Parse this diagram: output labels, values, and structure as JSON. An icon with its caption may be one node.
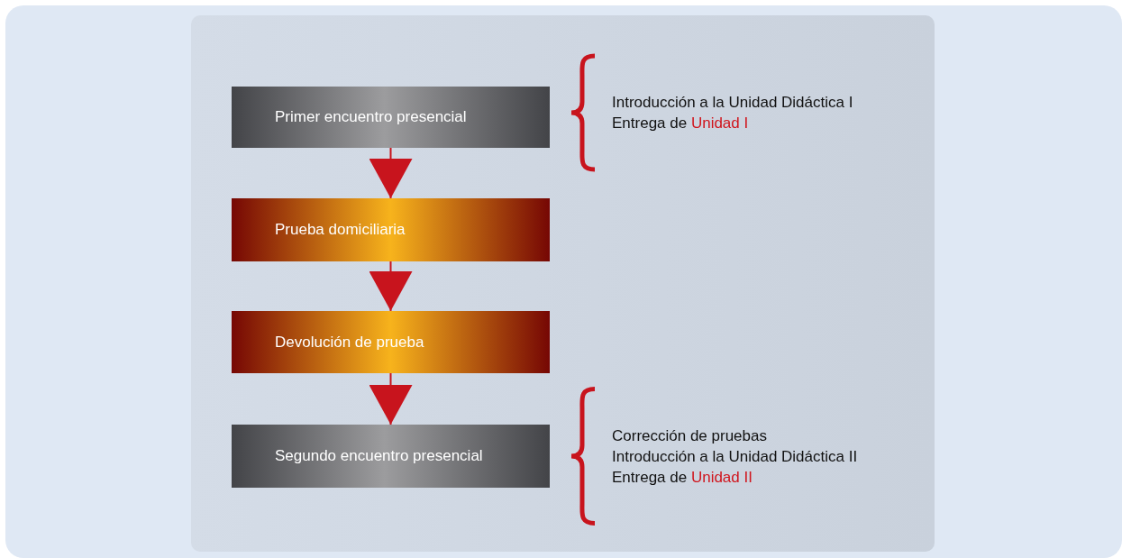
{
  "diagram": {
    "nodes": [
      {
        "text": [
          "Primer encuentro presencial"
        ],
        "beside": [
          "Introducción a la Unidad Didáctica I",
          "Entrega de **Unidad I**"
        ]
      },
      {
        "text": [
          "Prueba domiciliaria"
        ]
      },
      {
        "text": [
          "Devolución de prueba"
        ]
      },
      {
        "text": [
          "Segundo encuentro presencial"
        ],
        "beside": [
          "Corrección de pruebas",
          "Introducción a la Unidad Didáctica II",
          "Entrega de **Unidad II**"
        ]
      }
    ],
    "edges": [
      {
        "from": 0,
        "to": 1,
        "arrow": "to"
      },
      {
        "from": 1,
        "to": 2,
        "arrow": "to"
      },
      {
        "from": 2,
        "to": 3,
        "arrow": "to"
      }
    ]
  }
}
